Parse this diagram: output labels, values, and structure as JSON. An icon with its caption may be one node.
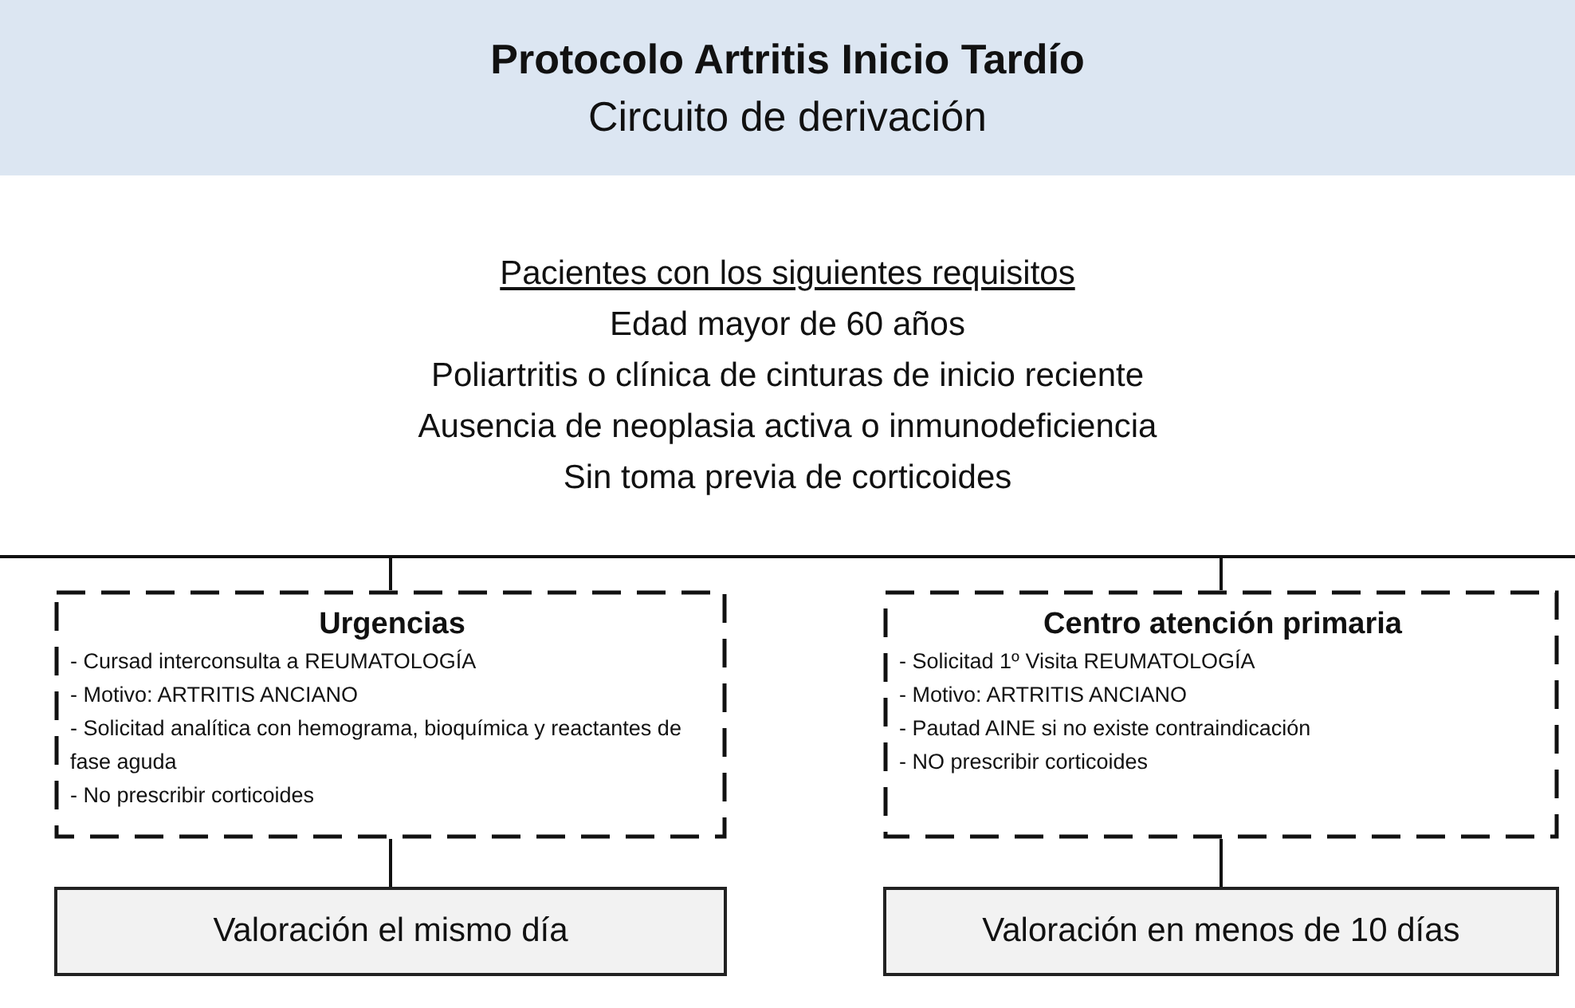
{
  "diagram": {
    "nodes": [
      {
        "text": [
          "Protocolo Artritis Inicio Tardío",
          "Circuito de derivación"
        ]
      },
      {
        "text": [],
        "shape": "bar"
      },
      {
        "text": [
          "Urgencias",
          "- Cursad interconsulta a REUMATOLOGÍA",
          "- Motivo: ARTRITIS ANCIANO",
          "- Solicitad analítica con hemograma, bioquímica y reactantes de fase aguda",
          "- No prescribir corticoides"
        ]
      },
      {
        "text": [
          "Centro atención primaria",
          "- Solicitad 1º Visita REUMATOLOGÍA",
          "- Motivo: ARTRITIS ANCIANO",
          "- Pautad AINE si no existe contraindicación",
          "- NO prescribir corticoides"
        ]
      },
      {
        "text": [
          "Valoración el mismo día"
        ]
      },
      {
        "text": [
          "Valoración en menos de 10 días"
        ]
      }
    ],
    "edges": [
      {
        "from": 1,
        "to": 2,
        "arrow": "none"
      },
      {
        "from": 1,
        "to": 3,
        "arrow": "none"
      },
      {
        "from": 2,
        "to": 4,
        "arrow": "none"
      },
      {
        "from": 3,
        "to": 5,
        "arrow": "none"
      }
    ],
    "labels": [
      "Pacientes con los siguientes requisitos",
      "Edad mayor de 60 años",
      "Poliartritis o clínica de cinturas de inicio reciente",
      "Ausencia de neoplasia activa o inmunodeficiencia",
      "Sin toma previa de corticoides"
    ]
  }
}
